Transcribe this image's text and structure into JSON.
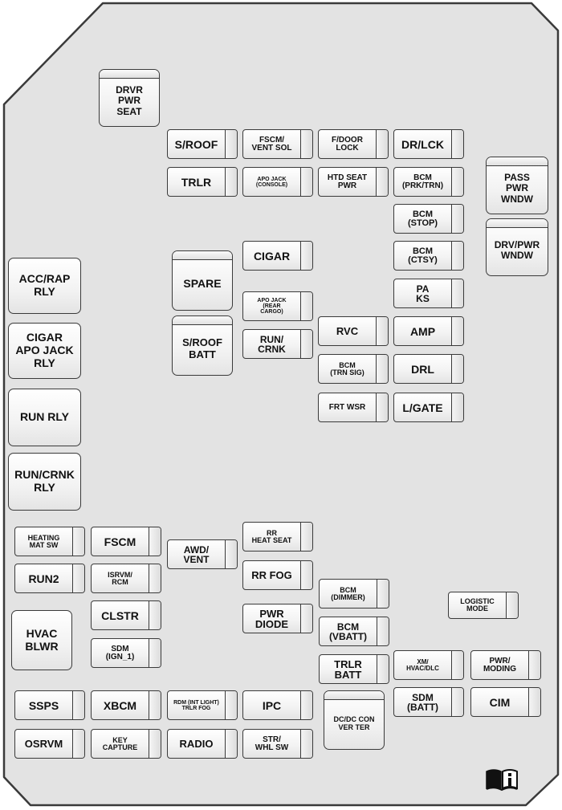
{
  "fuses": {
    "drvr_pwr_seat": "DRVR\nPWR\nSEAT",
    "s_roof": "S/ROOF",
    "fscm_vent_sol": "FSCM/\nVENT SOL",
    "f_door_lock": "F/DOOR\nLOCK",
    "dr_lck": "DR/LCK",
    "trlr": "TRLR",
    "apo_jack_console": "APO JACK\n(CONSOLE)",
    "htd_seat_pwr": "HTD SEAT\nPWR",
    "bcm_prk_trn": "BCM\n(PRK/TRN)",
    "pass_pwr_wndw": "PASS\nPWR\nWNDW",
    "bcm_stop": "BCM\n(STOP)",
    "drv_pwr_wndw": "DRV/PWR\nWNDW",
    "cigar": "CIGAR",
    "bcm_ctsy": "BCM\n(CTSY)",
    "spare": "SPARE",
    "apo_jack_rear_cargo": "APO JACK\n(REAR\nCARGO)",
    "pa_ks": "PA\nKS",
    "s_roof_batt": "S/ROOF\nBATT",
    "run_crnk_fuse": "RUN/\nCRNK",
    "rvc": "RVC",
    "amp": "AMP",
    "bcm_trn_sig": "BCM\n(TRN SIG)",
    "drl": "DRL",
    "frt_wsr": "FRT WSR",
    "l_gate": "L/GATE",
    "heating_mat_sw": "HEATING\nMAT SW",
    "fscm": "FSCM",
    "rr_heat_seat": "RR\nHEAT SEAT",
    "awd_vent": "AWD/\nVENT",
    "run2": "RUN2",
    "isrvm_rcm": "ISRVM/\nRCM",
    "rr_fog": "RR FOG",
    "bcm_dimmer": "BCM\n(DIMMER)",
    "logistic_mode": "LOGISTIC\nMODE",
    "clstr": "CLSTR",
    "pwr_diode": "PWR\nDIODE",
    "bcm_vbatt": "BCM\n(VBATT)",
    "sdm_ign_1": "SDM\n(IGN_1)",
    "trlr_batt": "TRLR\nBATT",
    "xm_hvac_dlc": "XM/\nHVAC/DLC",
    "pwr_moding": "PWR/\nMODING",
    "ssps": "SSPS",
    "xbcm": "XBCM",
    "rdm_trlr_fog": "RDM (INT LIGHT)\nTRLR FOG",
    "ipc": "IPC",
    "dc_dc_converter": "DC/DC CON\nVER TER",
    "sdm_batt": "SDM\n(BATT)",
    "cim": "CIM",
    "osrvm": "OSRVM",
    "key_capture": "KEY\nCAPTURE",
    "radio": "RADIO",
    "str_whl_sw": "STR/\nWHL SW"
  },
  "relays": {
    "acc_rap_rly": "ACC/RAP\nRLY",
    "cigar_apo_jack_rly": "CIGAR\nAPO JACK\nRLY",
    "run_rly": "RUN RLY",
    "run_crnk_rly": "RUN/CRNK\nRLY",
    "hvac_blwr": "HVAC\nBLWR"
  },
  "icons": {
    "manual": "owner-manual-book-icon"
  },
  "colors": {
    "panel_fill": "#e3e3e3",
    "outline": "#3a3a3a",
    "text": "#111111"
  }
}
